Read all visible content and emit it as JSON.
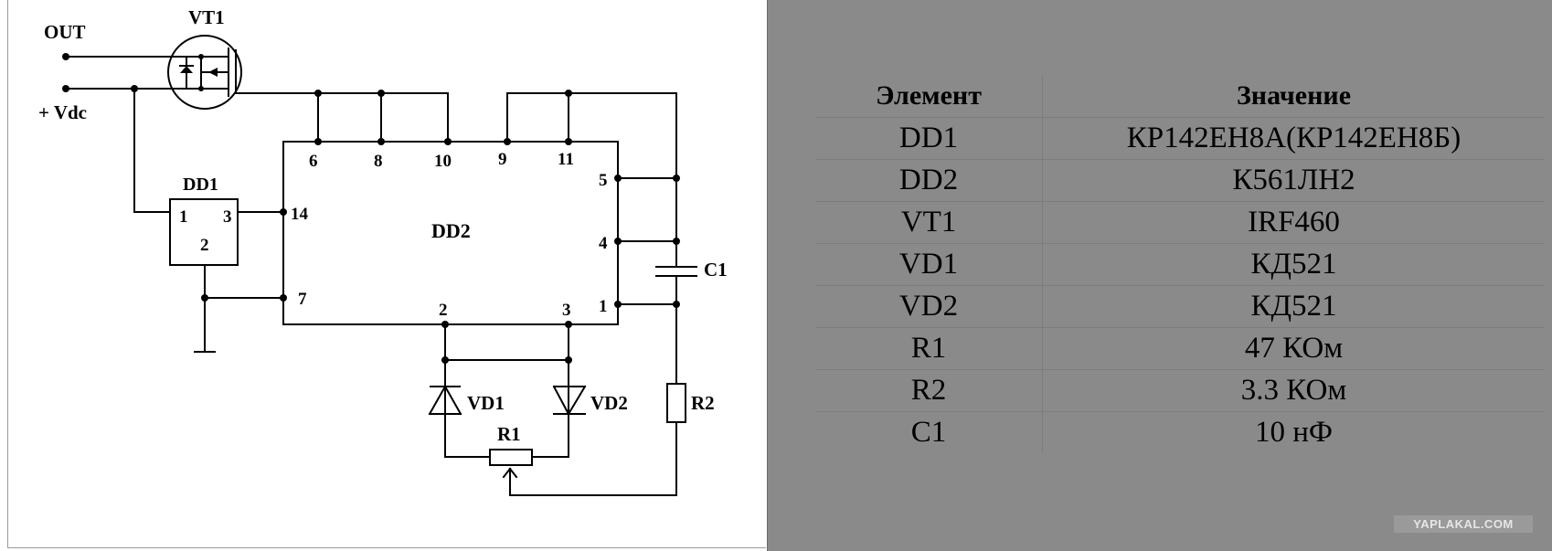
{
  "schematic": {
    "labels": {
      "out": "OUT",
      "vdc": "+ Vdc",
      "vt1": "VT1",
      "dd1": "DD1",
      "dd2": "DD2",
      "c1": "C1",
      "r1": "R1",
      "r2": "R2",
      "vd1": "VD1",
      "vd2": "VD2"
    },
    "dd1_pins": {
      "p1": "1",
      "p2": "2",
      "p3": "3"
    },
    "dd2_pins": {
      "p6": "6",
      "p8": "8",
      "p10": "10",
      "p9": "9",
      "p11": "11",
      "p14": "14",
      "p7": "7",
      "p5": "5",
      "p4": "4",
      "p1": "1",
      "p2": "2",
      "p3": "3"
    }
  },
  "table": {
    "headers": {
      "element": "Элемент",
      "value": "Значение"
    },
    "rows": [
      {
        "element": "DD1",
        "value": "КР142ЕН8А(КР142ЕН8Б)"
      },
      {
        "element": "DD2",
        "value": "К561ЛН2"
      },
      {
        "element": "VT1",
        "value": "IRF460"
      },
      {
        "element": "VD1",
        "value": "КД521"
      },
      {
        "element": "VD2",
        "value": "КД521"
      },
      {
        "element": "R1",
        "value": "47 КОм"
      },
      {
        "element": "R2",
        "value": "3.3 КОм"
      },
      {
        "element": "C1",
        "value": "10 нФ"
      }
    ]
  },
  "watermark": "YAPLAKAL.COM"
}
